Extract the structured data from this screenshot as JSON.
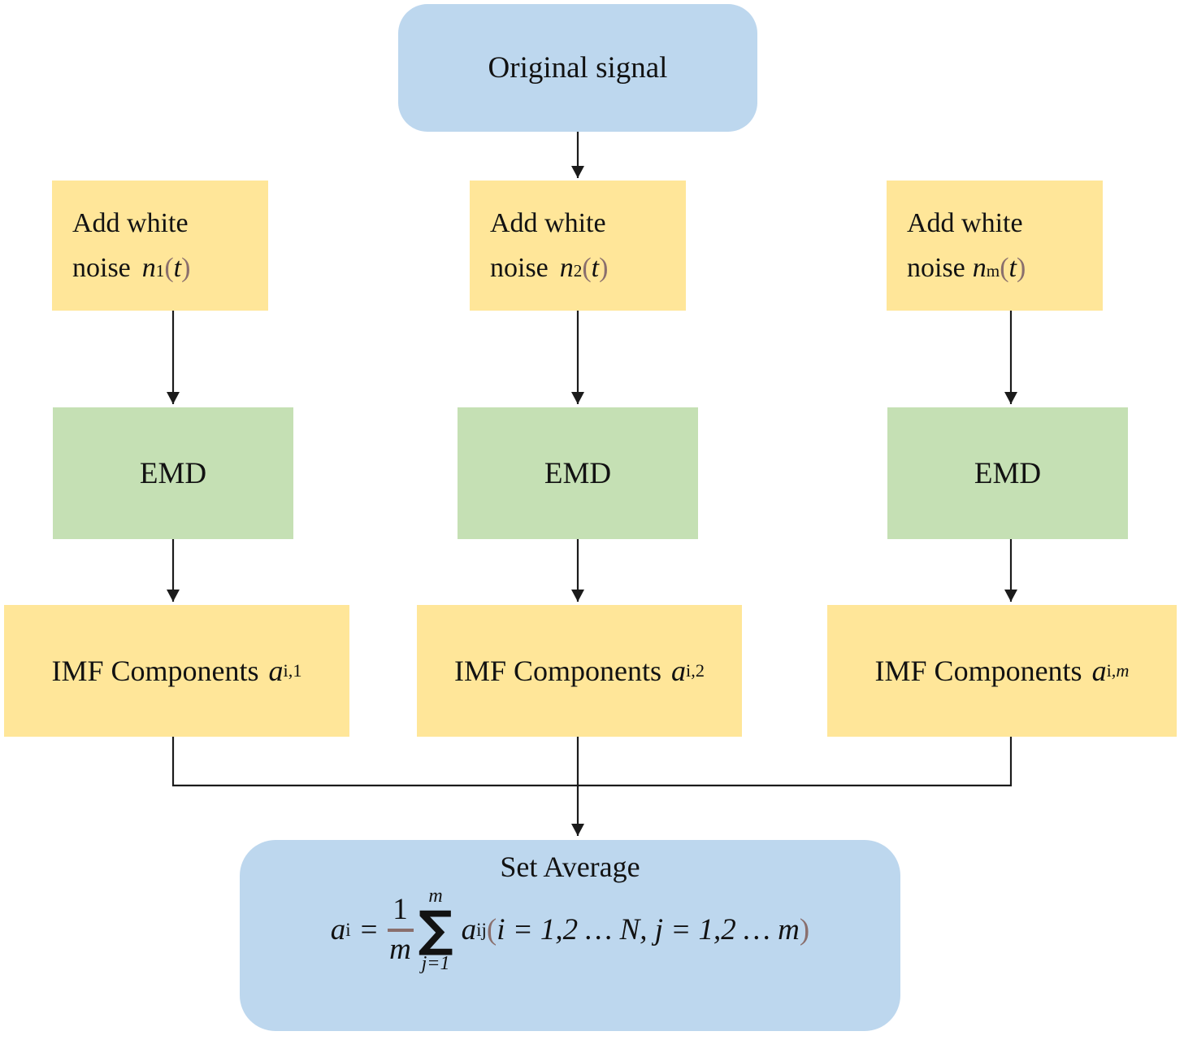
{
  "colors": {
    "box_blue": "#bdd7ee",
    "box_yellow": "#ffe699",
    "box_green": "#c5e0b4",
    "text": "#121212",
    "math_accent": "#8a6f6d",
    "line": "#1b1b1b"
  },
  "nodes": {
    "original_signal": {
      "label": "Original signal"
    },
    "noise_boxes": [
      {
        "line1": "Add white",
        "line2": "noise",
        "var": "n",
        "sub": "1",
        "open": "(",
        "arg": "t",
        "close": ")"
      },
      {
        "line1": "Add white",
        "line2": "noise",
        "var": "n",
        "sub": "2",
        "open": "(",
        "arg": "t",
        "close": ")"
      },
      {
        "line1": "Add white",
        "line2": "noise",
        "var": "n",
        "sub": "m",
        "open": "(",
        "arg": "t",
        "close": ")"
      }
    ],
    "emd_boxes": [
      {
        "label": "EMD"
      },
      {
        "label": "EMD"
      },
      {
        "label": "EMD"
      }
    ],
    "imf_boxes": [
      {
        "prefix": "IMF Components",
        "var": "a",
        "sub_plain": "i,",
        "sub_last": "1"
      },
      {
        "prefix": "IMF Components",
        "var": "a",
        "sub_plain": "i,",
        "sub_last": "2"
      },
      {
        "prefix": "IMF Components",
        "var": "a",
        "sub_plain": "i,",
        "sub_last": "m"
      }
    ],
    "set_average": {
      "title": "Set Average",
      "formula": {
        "lhs_var": "a",
        "lhs_sub": "i",
        "eq": "=",
        "num": "1",
        "den": "m",
        "sum": "∑",
        "sum_upper": "m",
        "sum_lower": "j=1",
        "term_var": "a",
        "term_sub": "ij",
        "open": "(",
        "conditions": "i = 1,2 … N, j = 1,2 … m",
        "close": ")"
      }
    }
  }
}
